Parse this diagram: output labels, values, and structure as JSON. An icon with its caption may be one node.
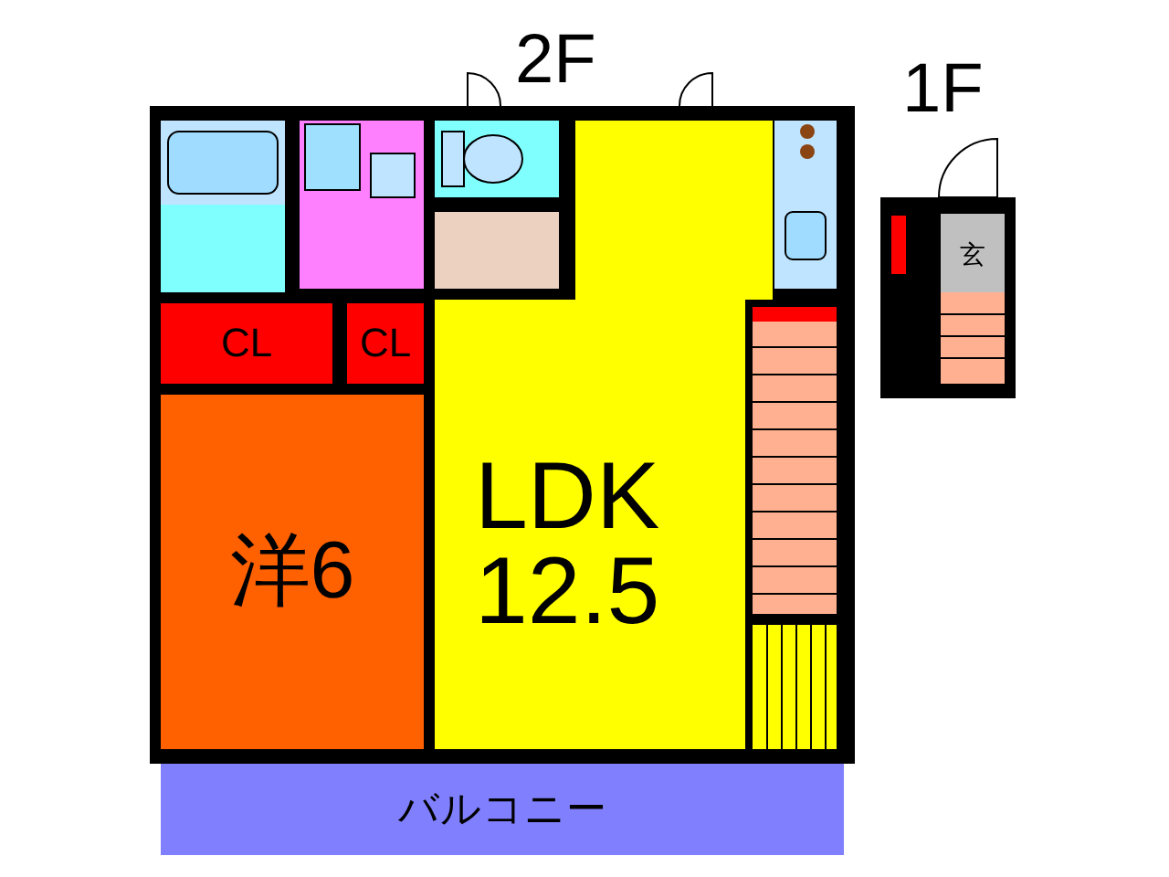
{
  "diagram": {
    "nodes": [
      {
        "text": [
          "CL"
        ]
      },
      {
        "text": [
          "CL"
        ]
      },
      {
        "text": [
          "洋6"
        ]
      },
      {
        "text": [
          "LDK",
          "12.5"
        ]
      },
      {
        "text": [
          "バルコニー"
        ]
      },
      {
        "text": [
          "玄"
        ]
      }
    ],
    "labels": [
      "2F",
      "1F"
    ]
  }
}
